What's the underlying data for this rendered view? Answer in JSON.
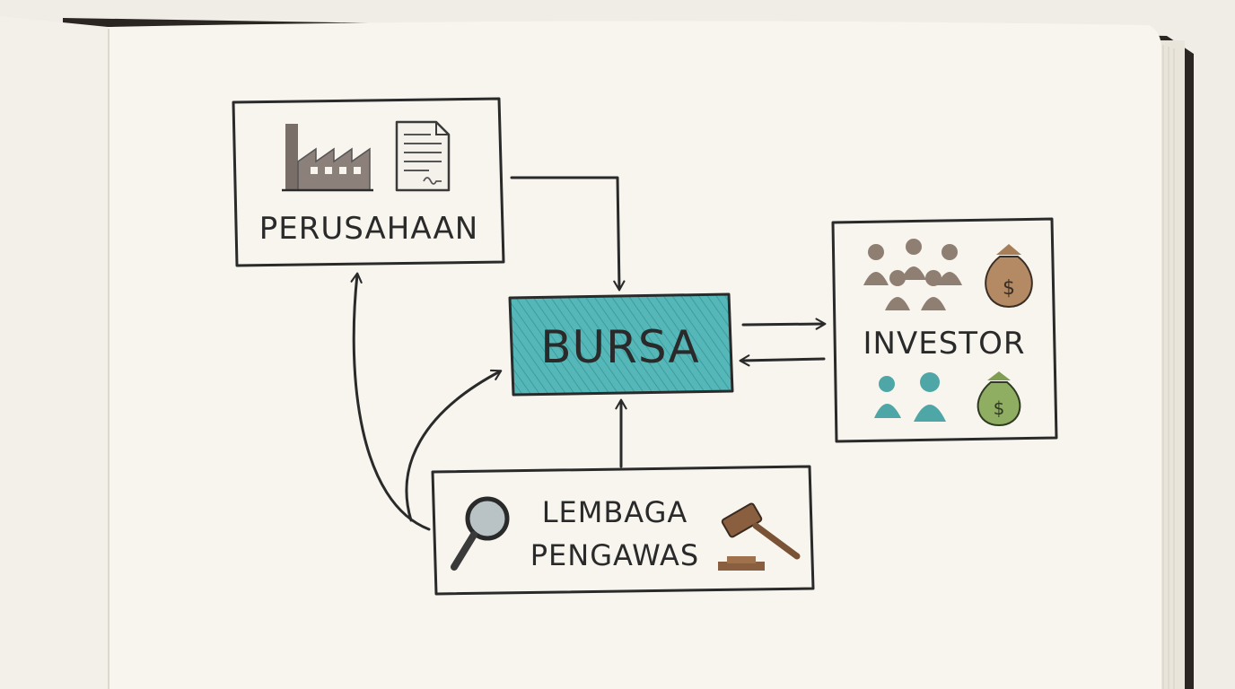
{
  "nodes": {
    "perusahaan": {
      "label": "PERUSAHAAN"
    },
    "bursa": {
      "label": "BURSA"
    },
    "investor": {
      "label": "INVESTOR"
    },
    "lembaga": {
      "line1": "LEMBAGA",
      "line2": "PENGAWAS"
    }
  },
  "edges": [
    {
      "from": "perusahaan",
      "to": "bursa"
    },
    {
      "from": "bursa",
      "to": "investor"
    },
    {
      "from": "investor",
      "to": "bursa"
    },
    {
      "from": "lembaga",
      "to": "bursa"
    },
    {
      "from": "lembaga",
      "to": "bursa"
    },
    {
      "from": "lembaga",
      "to": "perusahaan"
    }
  ],
  "icons": {
    "perusahaan": [
      "factory-icon",
      "document-icon"
    ],
    "investor": [
      "people-group-icon",
      "money-bag-icon"
    ],
    "lembaga": [
      "magnifier-icon",
      "gavel-icon"
    ]
  },
  "colors": {
    "ink": "#2a2a2a",
    "paper": "#f7f5ee",
    "bursa_fill": "#4fb4b6",
    "people_brown": "#8f7f72",
    "people_teal": "#4ea7a6",
    "bag_brown": "#b48a64",
    "bag_green": "#8fae62"
  }
}
